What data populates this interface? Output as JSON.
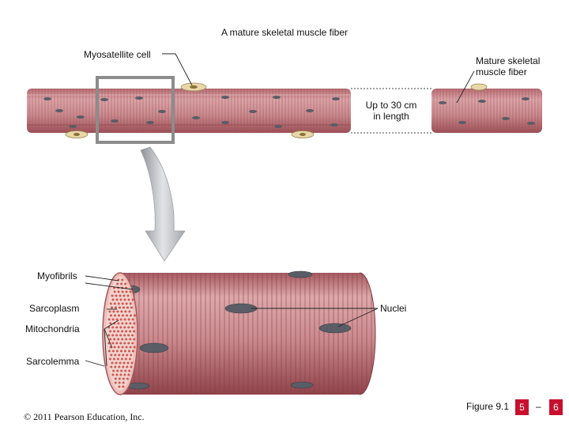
{
  "title": "A mature skeletal muscle fiber",
  "labels": {
    "myosatellite": "Myosatellite cell",
    "mature_line1": "Mature skeletal",
    "mature_line2": "muscle fiber",
    "length_line1": "Up to 30 cm",
    "length_line2": "in length",
    "myofibrils": "Myofibrils",
    "sarcoplasm": "Sarcoplasm",
    "mitochondria": "Mitochondria",
    "sarcolemma": "Sarcolemma",
    "nuclei": "Nuclei"
  },
  "footer": {
    "copyright": "© 2011 Pearson Education, Inc.",
    "figure": "Figure 9.1",
    "page_start": "5",
    "separator": "–",
    "page_end": "6"
  },
  "colors": {
    "fiber": "#c98a8e",
    "fiber_dark": "#a8575d",
    "nucleus": "#5a5d66",
    "satellite": "#e9d7a9",
    "box": "#8c8c8c",
    "arrow": "#b9bcc2",
    "accent": "#c8102e"
  }
}
